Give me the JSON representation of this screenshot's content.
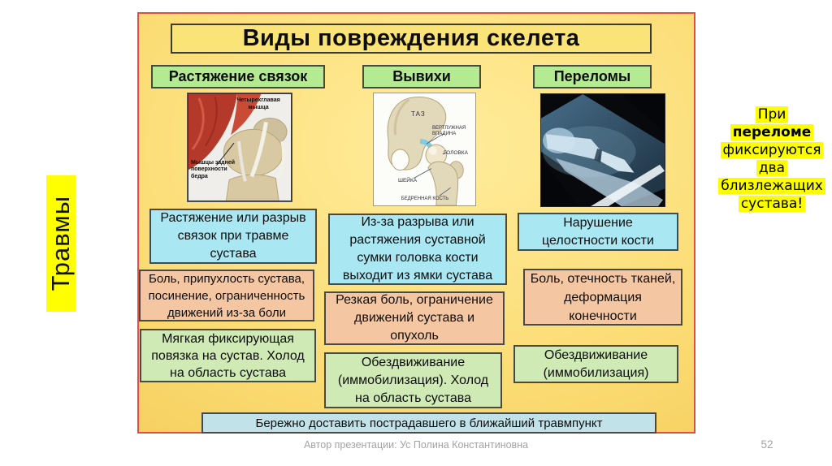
{
  "slide": {
    "title": "Виды повреждения скелета",
    "side_label": "Травмы",
    "bottom_banner": "Бережно доставить пострадавшего в ближайший травмпункт",
    "footer": "Автор презентации: Ус Полина Константиновна",
    "page_number": "52",
    "note": {
      "lines": [
        "При",
        "переломе",
        "фиксируются",
        "два",
        "близлежащих",
        "сустава!"
      ],
      "bold_line": "переломе"
    }
  },
  "columns": [
    {
      "header": "Растяжение связок",
      "image": "knee-anatomy-photo",
      "image_labels": [
        "Четырехглавая мышца",
        "Мышцы задней поверхности бедра"
      ],
      "description": "Растяжение или разрыв связок при травме сустава",
      "symptoms": "Боль, припухлость сустава, посинение, ограниченность движений из-за боли",
      "first_aid": "Мягкая фиксирующая повязка на сустав. Холод на область сустава"
    },
    {
      "header": "Вывихи",
      "image": "hip-joint-diagram",
      "image_labels": [
        "ТАЗ",
        "ВЕРТЛУЖНАЯ ВПАДИНА",
        "ГОЛОВКА",
        "ШЕЙКА",
        "БЕДРЕННАЯ КОСТЬ"
      ],
      "description": "Из-за разрыва или растяжения суставной сумки головка кости выходит из ямки сустава",
      "symptoms": "Резкая боль, ограничение движений сустава и опухоль",
      "first_aid": "Обездвиживание (иммобилизация). Холод на область сустава"
    },
    {
      "header": "Переломы",
      "image": "fracture-xray-photo",
      "image_labels": [],
      "description": "Нарушение целостности кости",
      "symptoms": "Боль, отечность тканей, деформация конечности",
      "first_aid": "Обездвиживание (иммобилизация)"
    }
  ],
  "colors": {
    "panel_border": "#e2503c",
    "panel_bg_light": "#ffec9b",
    "panel_bg_mid": "#fbdc74",
    "panel_bg_dark": "#f2c64f",
    "title_bg": "#fae478",
    "header_green": "#b4ea92",
    "box_blue": "#a9e7f2",
    "box_salmon": "#f4c7a2",
    "box_green": "#cfeab5",
    "banner_blue": "#c2e2e9",
    "highlight_yellow": "#fdfd00",
    "tab_yellow": "#ffff00",
    "footer_gray": "#a3a3a3"
  }
}
